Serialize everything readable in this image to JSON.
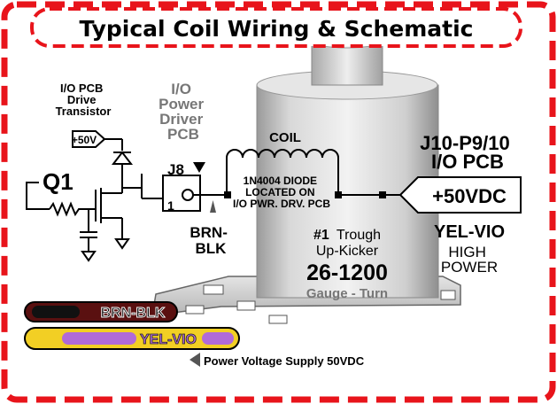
{
  "title": "Typical Coil Wiring & Schematic",
  "labels": {
    "io_pcb_drive_transistor": [
      "I/O PCB",
      "Drive",
      "Transistor"
    ],
    "io_power_driver_pcb": [
      "I/O",
      "Power",
      "Driver",
      "PCB"
    ],
    "supply_tag": "+50V",
    "transistor": "Q1",
    "connector": "J8",
    "pin": "1",
    "coil": "COIL",
    "diode_note": [
      "1N4004 DIODE",
      "LOCATED ON",
      "I/O PWR. DRV. PCB"
    ],
    "brn_blk_label": [
      "BRN-",
      "BLK"
    ],
    "j10_label": [
      "J10-P9/10",
      "I/O PCB"
    ],
    "power_box": "+50VDC",
    "yel_vio_label": "YEL-VIO",
    "high_power": [
      "HIGH",
      "POWER"
    ],
    "trough_num": "#1",
    "trough_word": "Trough",
    "up_kicker": "Up-Kicker",
    "part_number": "26-1200",
    "gauge_turn": "Gauge - Turn",
    "wire_brn_blk": "BRN-BLK",
    "wire_yel_vio": "YEL-VIO",
    "supply_note": "Power Voltage Supply 50VDC"
  },
  "colors": {
    "border": "#e8141b",
    "wire_brown": "#5a1010",
    "wire_black": "#111111",
    "wire_yellow": "#f2cf24",
    "wire_violet": "#b06ad8",
    "coil_body": "#d4d4d4",
    "ink": "#000000",
    "gray_text": "#777777"
  }
}
